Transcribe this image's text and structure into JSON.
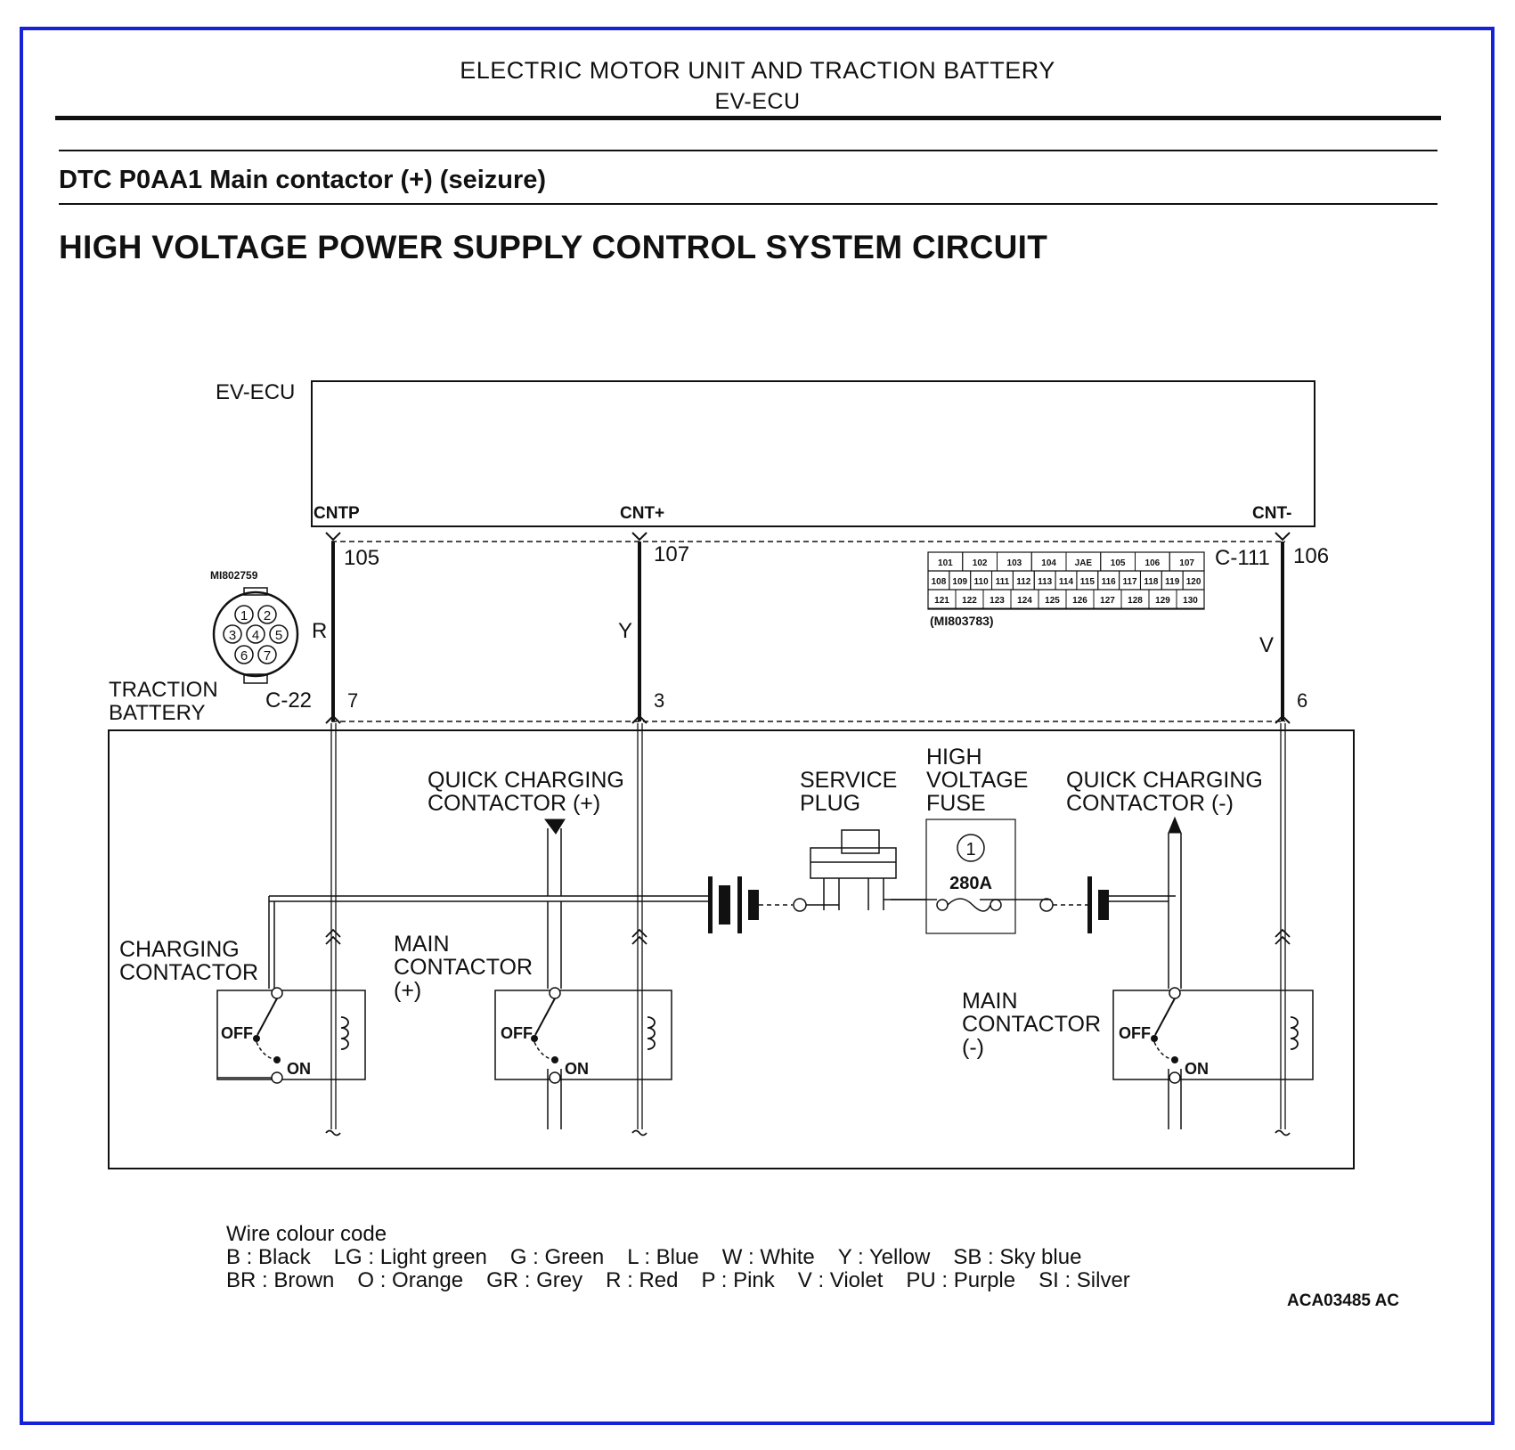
{
  "header": {
    "title": "ELECTRIC MOTOR UNIT AND TRACTION BATTERY",
    "subtitle": "EV-ECU"
  },
  "dtc_line": "DTC P0AA1 Main contactor (+) (seizure)",
  "circuit_title": "HIGH VOLTAGE POWER SUPPLY CONTROL SYSTEM CIRCUIT",
  "diagram": {
    "ecu": {
      "name": "EV-ECU",
      "pins": [
        {
          "label": "CNTP",
          "ecu_pin": "105",
          "wire": "R",
          "battery_pin": "7"
        },
        {
          "label": "CNT+",
          "ecu_pin": "107",
          "wire": "Y",
          "battery_pin": "3"
        },
        {
          "label": "CNT-",
          "ecu_pin": "106",
          "wire": "V",
          "battery_pin": "6"
        }
      ],
      "connector": "C-111",
      "connector_part": "(MI803783)",
      "connector_grid": {
        "row1": [
          "101",
          "102",
          "103",
          "104",
          "JAE",
          "105",
          "106",
          "107"
        ],
        "row2": [
          "108",
          "109",
          "110",
          "111",
          "112",
          "113",
          "114",
          "115",
          "116",
          "117",
          "118",
          "119",
          "120"
        ],
        "row3": [
          "121",
          "122",
          "123",
          "124",
          "125",
          "126",
          "127",
          "128",
          "129",
          "130"
        ]
      }
    },
    "battery": {
      "name_line1": "TRACTION",
      "name_line2": "BATTERY",
      "connector": "C-22",
      "connector_part": "MI802759",
      "connector_pins": [
        "1",
        "2",
        "3",
        "4",
        "5",
        "6",
        "7"
      ]
    },
    "components": {
      "quick_pos_1": "QUICK CHARGING",
      "quick_pos_2": "CONTACTOR (+)",
      "service_1": "SERVICE",
      "service_2": "PLUG",
      "fuse_1": "HIGH",
      "fuse_2": "VOLTAGE",
      "fuse_3": "FUSE",
      "fuse_number": "1",
      "fuse_rating": "280A",
      "quick_neg_1": "QUICK CHARGING",
      "quick_neg_2": "CONTACTOR (-)",
      "charging_1": "CHARGING",
      "charging_2": "CONTACTOR",
      "main_pos_1": "MAIN",
      "main_pos_2": "CONTACTOR",
      "main_pos_3": "(+)",
      "main_neg_1": "MAIN",
      "main_neg_2": "CONTACTOR",
      "main_neg_3": "(-)",
      "off": "OFF",
      "on": "ON"
    }
  },
  "legend": {
    "title": "Wire colour code",
    "row1": [
      "B : Black",
      "LG : Light green",
      "G : Green",
      "L : Blue",
      "W : White",
      "Y : Yellow",
      "SB : Sky blue"
    ],
    "row2": [
      "BR : Brown",
      "O : Orange",
      "GR : Grey",
      "R : Red",
      "P : Pink",
      "V : Violet",
      "PU : Purple",
      "SI : Silver"
    ]
  },
  "figure_code": "ACA03485 AC",
  "colors": {
    "frame": "#1522d8",
    "ink": "#111111"
  }
}
